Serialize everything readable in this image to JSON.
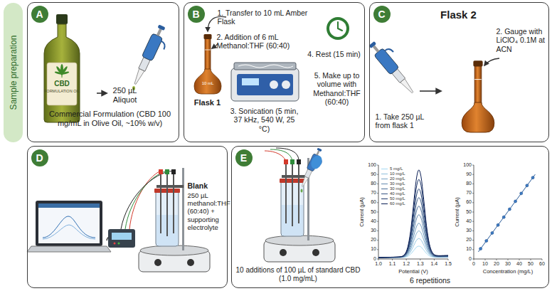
{
  "diagram": {
    "nodes": [
      {
        "text": [
          "Sample preparation"
        ]
      },
      {
        "text": [
          "250 µL Aliquot",
          "Commercial Formulation (CBD 100 mg/mL in Olive Oil, ~10% w/v)"
        ]
      },
      {
        "text": [
          "A"
        ],
        "in": 1
      },
      {
        "text": [
          "1. Transfer to 10 mL Amber Flask",
          "2. Addition of 6 mL Methanol:THF (60:40)",
          "Flask 1",
          "3. Sonication (5 min, 37 kHz, 540 W, 25 °C)",
          "4. Rest (15 min)",
          "5. Make up to volume with Methanol:THF (60:40)"
        ]
      },
      {
        "text": [
          "B"
        ],
        "in": 3
      },
      {
        "text": [
          "Flask 2",
          "1. Take 250 µL from flask 1",
          "2. Gauge with LiClO₄ 0.1M at ACN"
        ]
      },
      {
        "text": [
          "C"
        ],
        "in": 5
      },
      {
        "text": [
          "Blank",
          "250 µL methanol:THF (60:40) + supporting electrolyte"
        ]
      },
      {
        "text": [
          "D"
        ],
        "in": 7
      },
      {
        "text": [
          "10 additions of 100 µL of standard CBD (1.0 mg/mL)",
          "6 repetitions"
        ]
      },
      {
        "text": [
          "E"
        ],
        "in": 9
      }
    ],
    "labels": [
      "CBD",
      "FORMULATION OIL",
      "10 mL",
      "Current (µA)",
      "0",
      "10",
      "20",
      "30",
      "40",
      "50",
      "60",
      "70",
      "80",
      "90",
      "100",
      "Potential (V)",
      "1.0",
      "1.1",
      "1.2",
      "1.3",
      "1.4",
      "1.5",
      "Current (µA)",
      "0",
      "10",
      "20",
      "30",
      "40",
      "50",
      "60",
      "70",
      "80",
      "90",
      "100",
      "Concentration (mg/L)",
      "0",
      "10",
      "20",
      "30",
      "40",
      "50",
      "60"
    ],
    "legend": [
      {
        "text": "5 mg/L"
      },
      {
        "text": "10 mg/L"
      },
      {
        "text": "20 mg/L"
      },
      {
        "text": "30 mg/L"
      },
      {
        "text": "30 mg/L"
      },
      {
        "text": "40 mg/L"
      },
      {
        "text": "50 mg/L"
      },
      {
        "text": "60 mg/L"
      }
    ]
  }
}
